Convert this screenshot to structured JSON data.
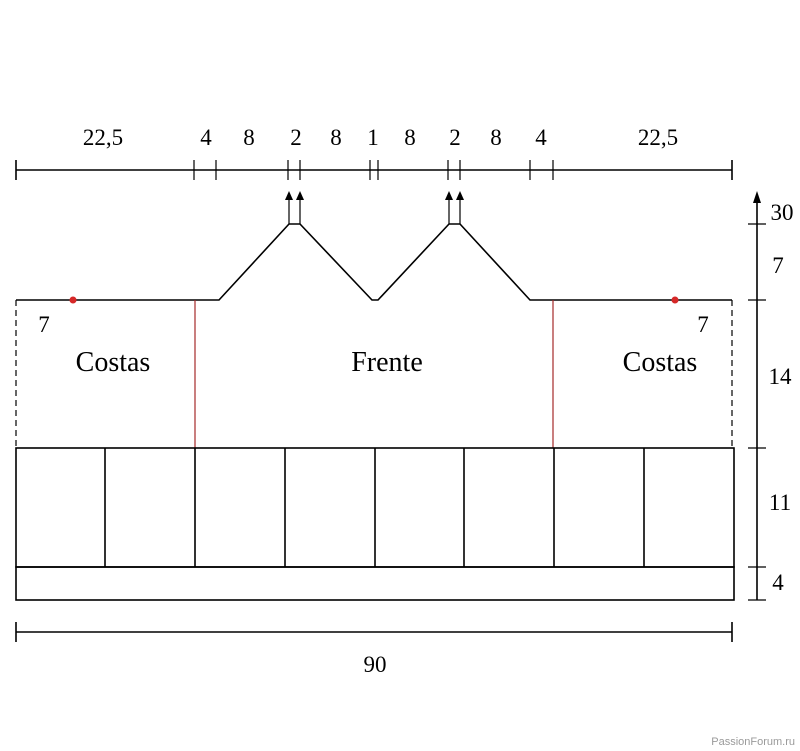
{
  "diagram": {
    "top_measures": [
      "22,5",
      "4",
      "8",
      "2",
      "8",
      "1",
      "8",
      "2",
      "8",
      "4",
      "22,5"
    ],
    "right_measures": [
      "30",
      "7",
      "14",
      "11",
      "4"
    ],
    "bottom_measure": "90",
    "panels": {
      "back_left": "Costas",
      "front": "Frente",
      "back_right": "Costas"
    },
    "side_marks": {
      "left": "7",
      "right": "7"
    },
    "marker_color": "#d62828",
    "seam_color": "#a52a2a"
  },
  "watermark": "PassionForum.ru"
}
